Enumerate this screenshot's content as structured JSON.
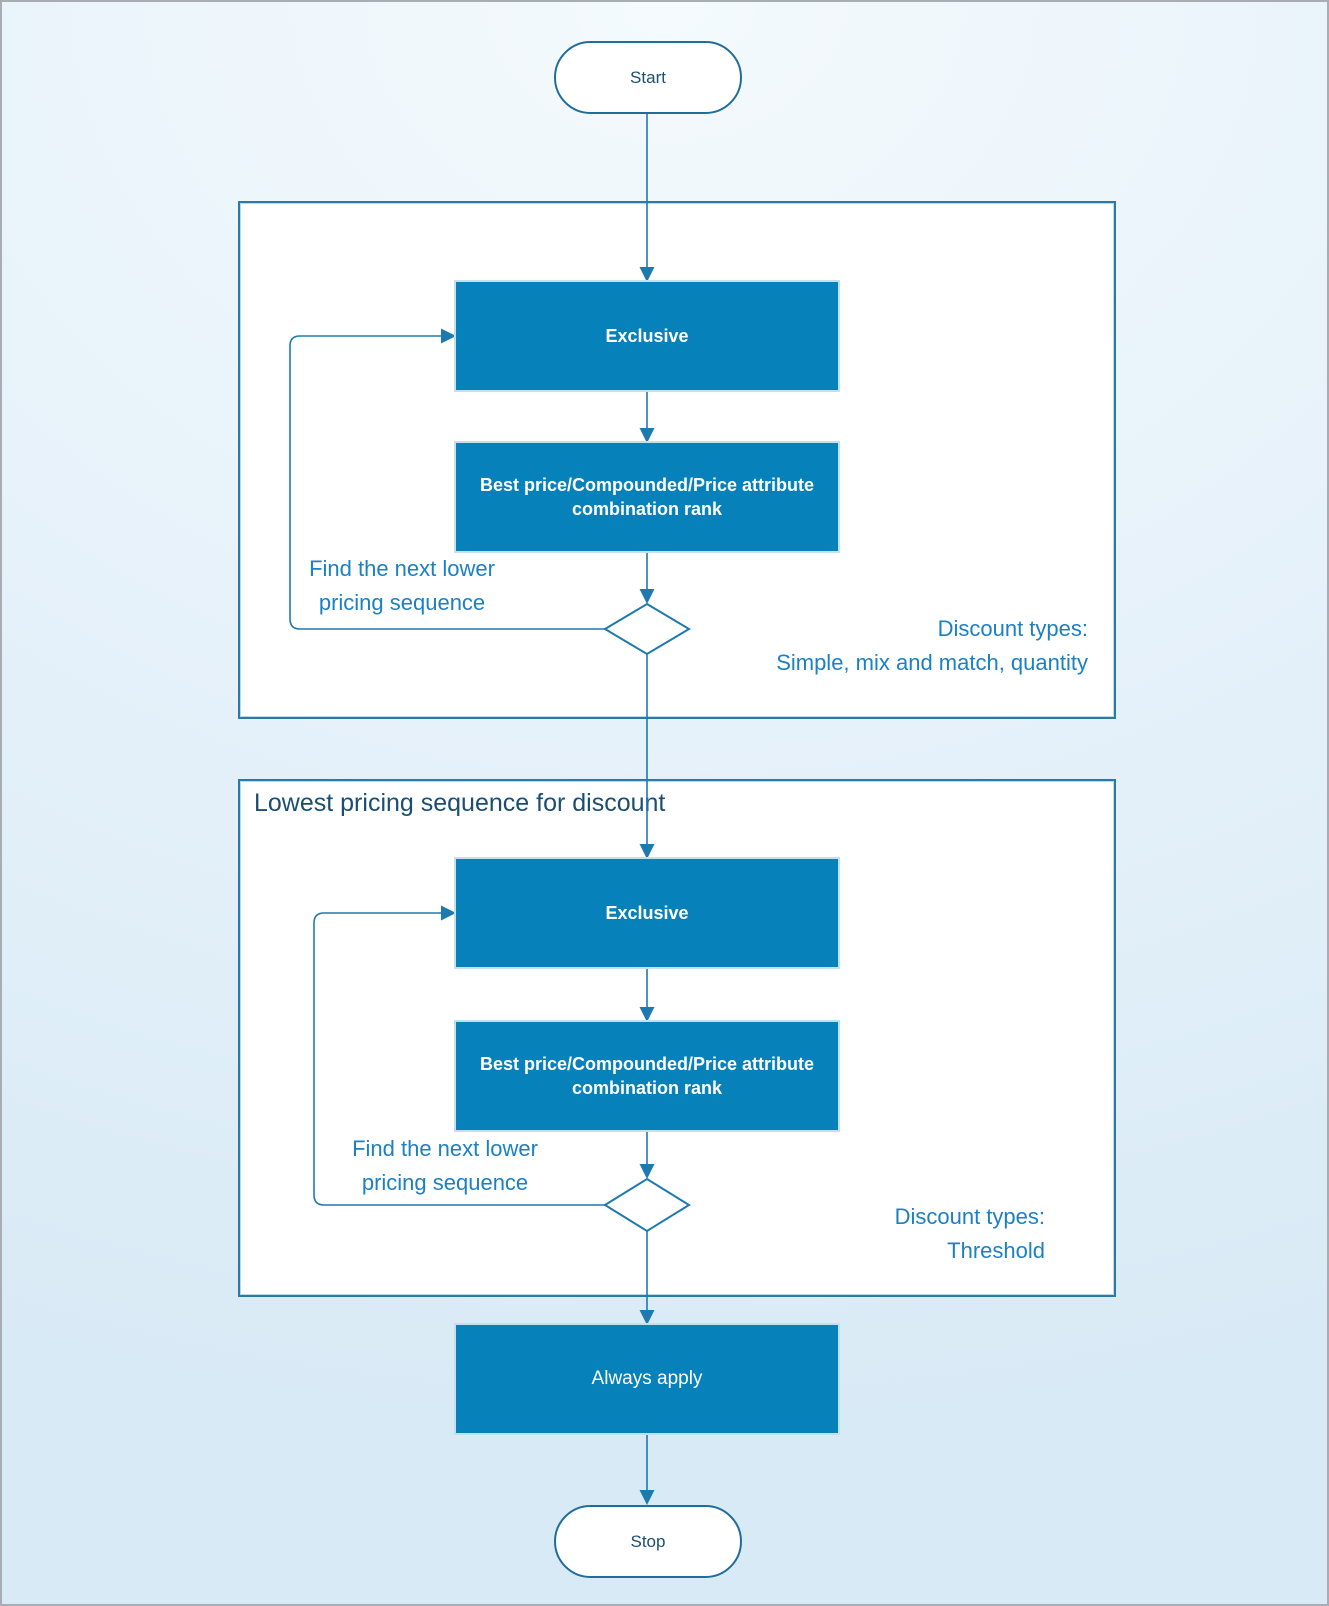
{
  "colors": {
    "box-fill": "#0781ba",
    "line": "#1d7ab0",
    "annotation-text": "#1b80c4",
    "dark-text": "#1b4e70",
    "group-border": "#2a7aa3",
    "bg-top": "#f4fafd",
    "bg-bottom": "#d8eaf6",
    "outer-border": "#a7adb2"
  },
  "flowchart": {
    "start": {
      "label": "Start"
    },
    "stop": {
      "label": "Stop"
    },
    "always_apply": {
      "label": "Always apply"
    },
    "group1": {
      "exclusive": "Exclusive",
      "best_price": "Best price/Compounded/Price attribute\ncombination rank",
      "loop_note": "Find the next lower\npricing sequence",
      "discount_note": "Discount types:\nSimple, mix and match, quantity"
    },
    "group2": {
      "title": "Lowest pricing sequence for discount",
      "exclusive": "Exclusive",
      "best_price": "Best price/Compounded/Price attribute\ncombination rank",
      "loop_note": "Find the next lower\npricing sequence",
      "discount_note": "Discount types:\nThreshold"
    }
  }
}
